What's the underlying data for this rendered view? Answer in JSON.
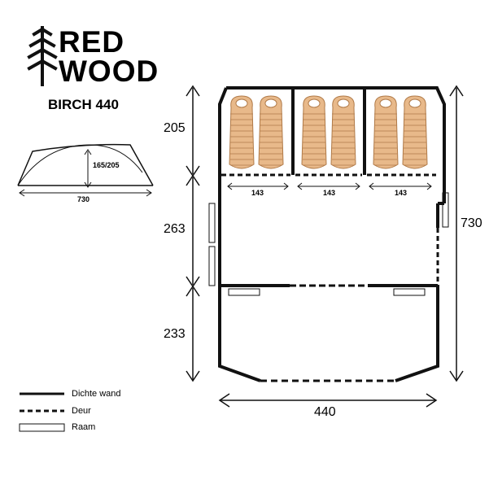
{
  "brand": {
    "name_line1": "RED",
    "name_line2": "WOOD"
  },
  "model": "BIRCH 440",
  "side_view": {
    "height_label": "165/205",
    "length_label": "730"
  },
  "floorplan": {
    "bedroom_depth": "205",
    "living_depth": "263",
    "porch_depth": "233",
    "total_length": "730",
    "width": "440",
    "bedroom_widths": [
      "143",
      "143",
      "143"
    ]
  },
  "legend": [
    {
      "label": "Dichte wand",
      "style": "solid"
    },
    {
      "label": "Deur",
      "style": "dashed"
    },
    {
      "label": "Raam",
      "style": "window"
    }
  ],
  "colors": {
    "sleeping_bag_fill": "#e8b98a",
    "sleeping_bag_stroke": "#b07a48",
    "line": "#111111"
  }
}
